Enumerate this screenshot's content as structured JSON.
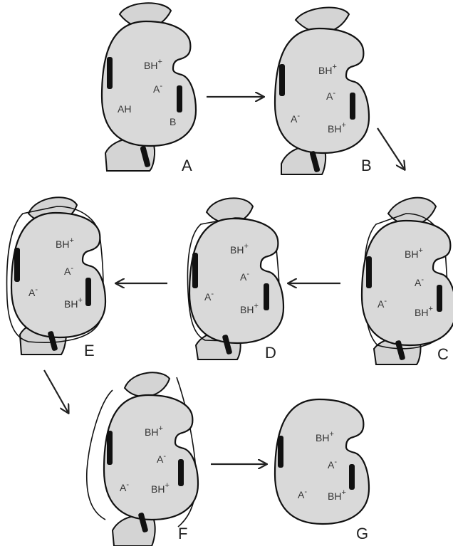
{
  "labels": {
    "bh_plus": "BH",
    "plus": "+",
    "a_minus": "A",
    "minus": "-",
    "ah": "AH",
    "b": "B"
  },
  "panels": [
    {
      "id": "A",
      "label": "A"
    },
    {
      "id": "B",
      "label": "B"
    },
    {
      "id": "C",
      "label": "C"
    },
    {
      "id": "D",
      "label": "D"
    },
    {
      "id": "E",
      "label": "E"
    },
    {
      "id": "F",
      "label": "F"
    },
    {
      "id": "G",
      "label": "G"
    }
  ]
}
